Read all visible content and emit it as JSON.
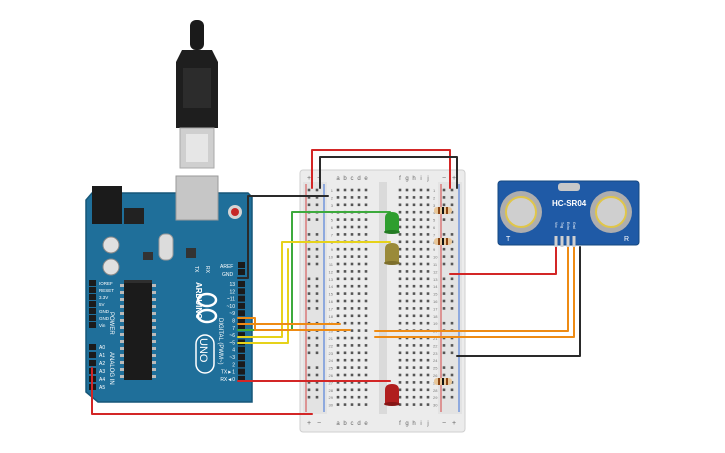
{
  "board": {
    "brand": "ARDUINO",
    "model": "UNO",
    "aref": "AREF",
    "gnd": "GND",
    "digital_label": "DIGITAL (PWM~)",
    "tx_label": "TX",
    "rx_label": "RX",
    "power_label": "POWER",
    "analog_label": "ANALOG IN",
    "power_pins": [
      "IOREF",
      "RESET",
      "3.3V",
      "5V",
      "GND",
      "GND",
      "Vin"
    ],
    "analog_pins": [
      "A0",
      "A1",
      "A2",
      "A3",
      "A4",
      "A5"
    ],
    "digital_pins": [
      "13",
      "12",
      "~11",
      "~10",
      "~9",
      "8",
      "7",
      "~6",
      "~5",
      "4",
      "~3",
      "2",
      "TX►1",
      "RX◄0"
    ]
  },
  "breadboard": {
    "col_letters_left": [
      "a",
      "b",
      "c",
      "d",
      "e"
    ],
    "col_letters_right": [
      "f",
      "g",
      "h",
      "i",
      "j"
    ],
    "row_count": 30,
    "rail_plus": "+",
    "rail_minus": "−"
  },
  "sensor": {
    "name": "HC-SR04",
    "pins": [
      "Vcc",
      "Trig",
      "Echo",
      "Gnd"
    ],
    "label_t": "T",
    "label_r": "R"
  },
  "components": {
    "leds": [
      {
        "name": "green-led",
        "color": "#2f9e2f"
      },
      {
        "name": "yellow-led",
        "color": "#9a8a3a"
      },
      {
        "name": "red-led",
        "color": "#b01e1e"
      }
    ]
  },
  "colors": {
    "board_blue": "#1f6f9a",
    "wire_red": "#d32626",
    "wire_black": "#2a2a2a",
    "wire_green": "#3daa3d",
    "wire_yellow": "#e6d21a",
    "wire_orange": "#ee8b14",
    "sensor_blue": "#1f5aa6"
  }
}
